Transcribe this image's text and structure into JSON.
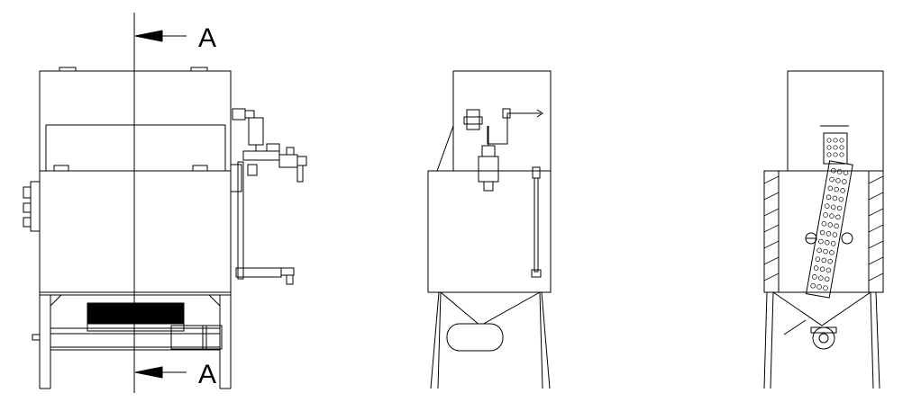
{
  "section_marker": {
    "top_label": "A",
    "bottom_label": "A"
  },
  "views": [
    "front-view",
    "side-view",
    "section-view"
  ]
}
